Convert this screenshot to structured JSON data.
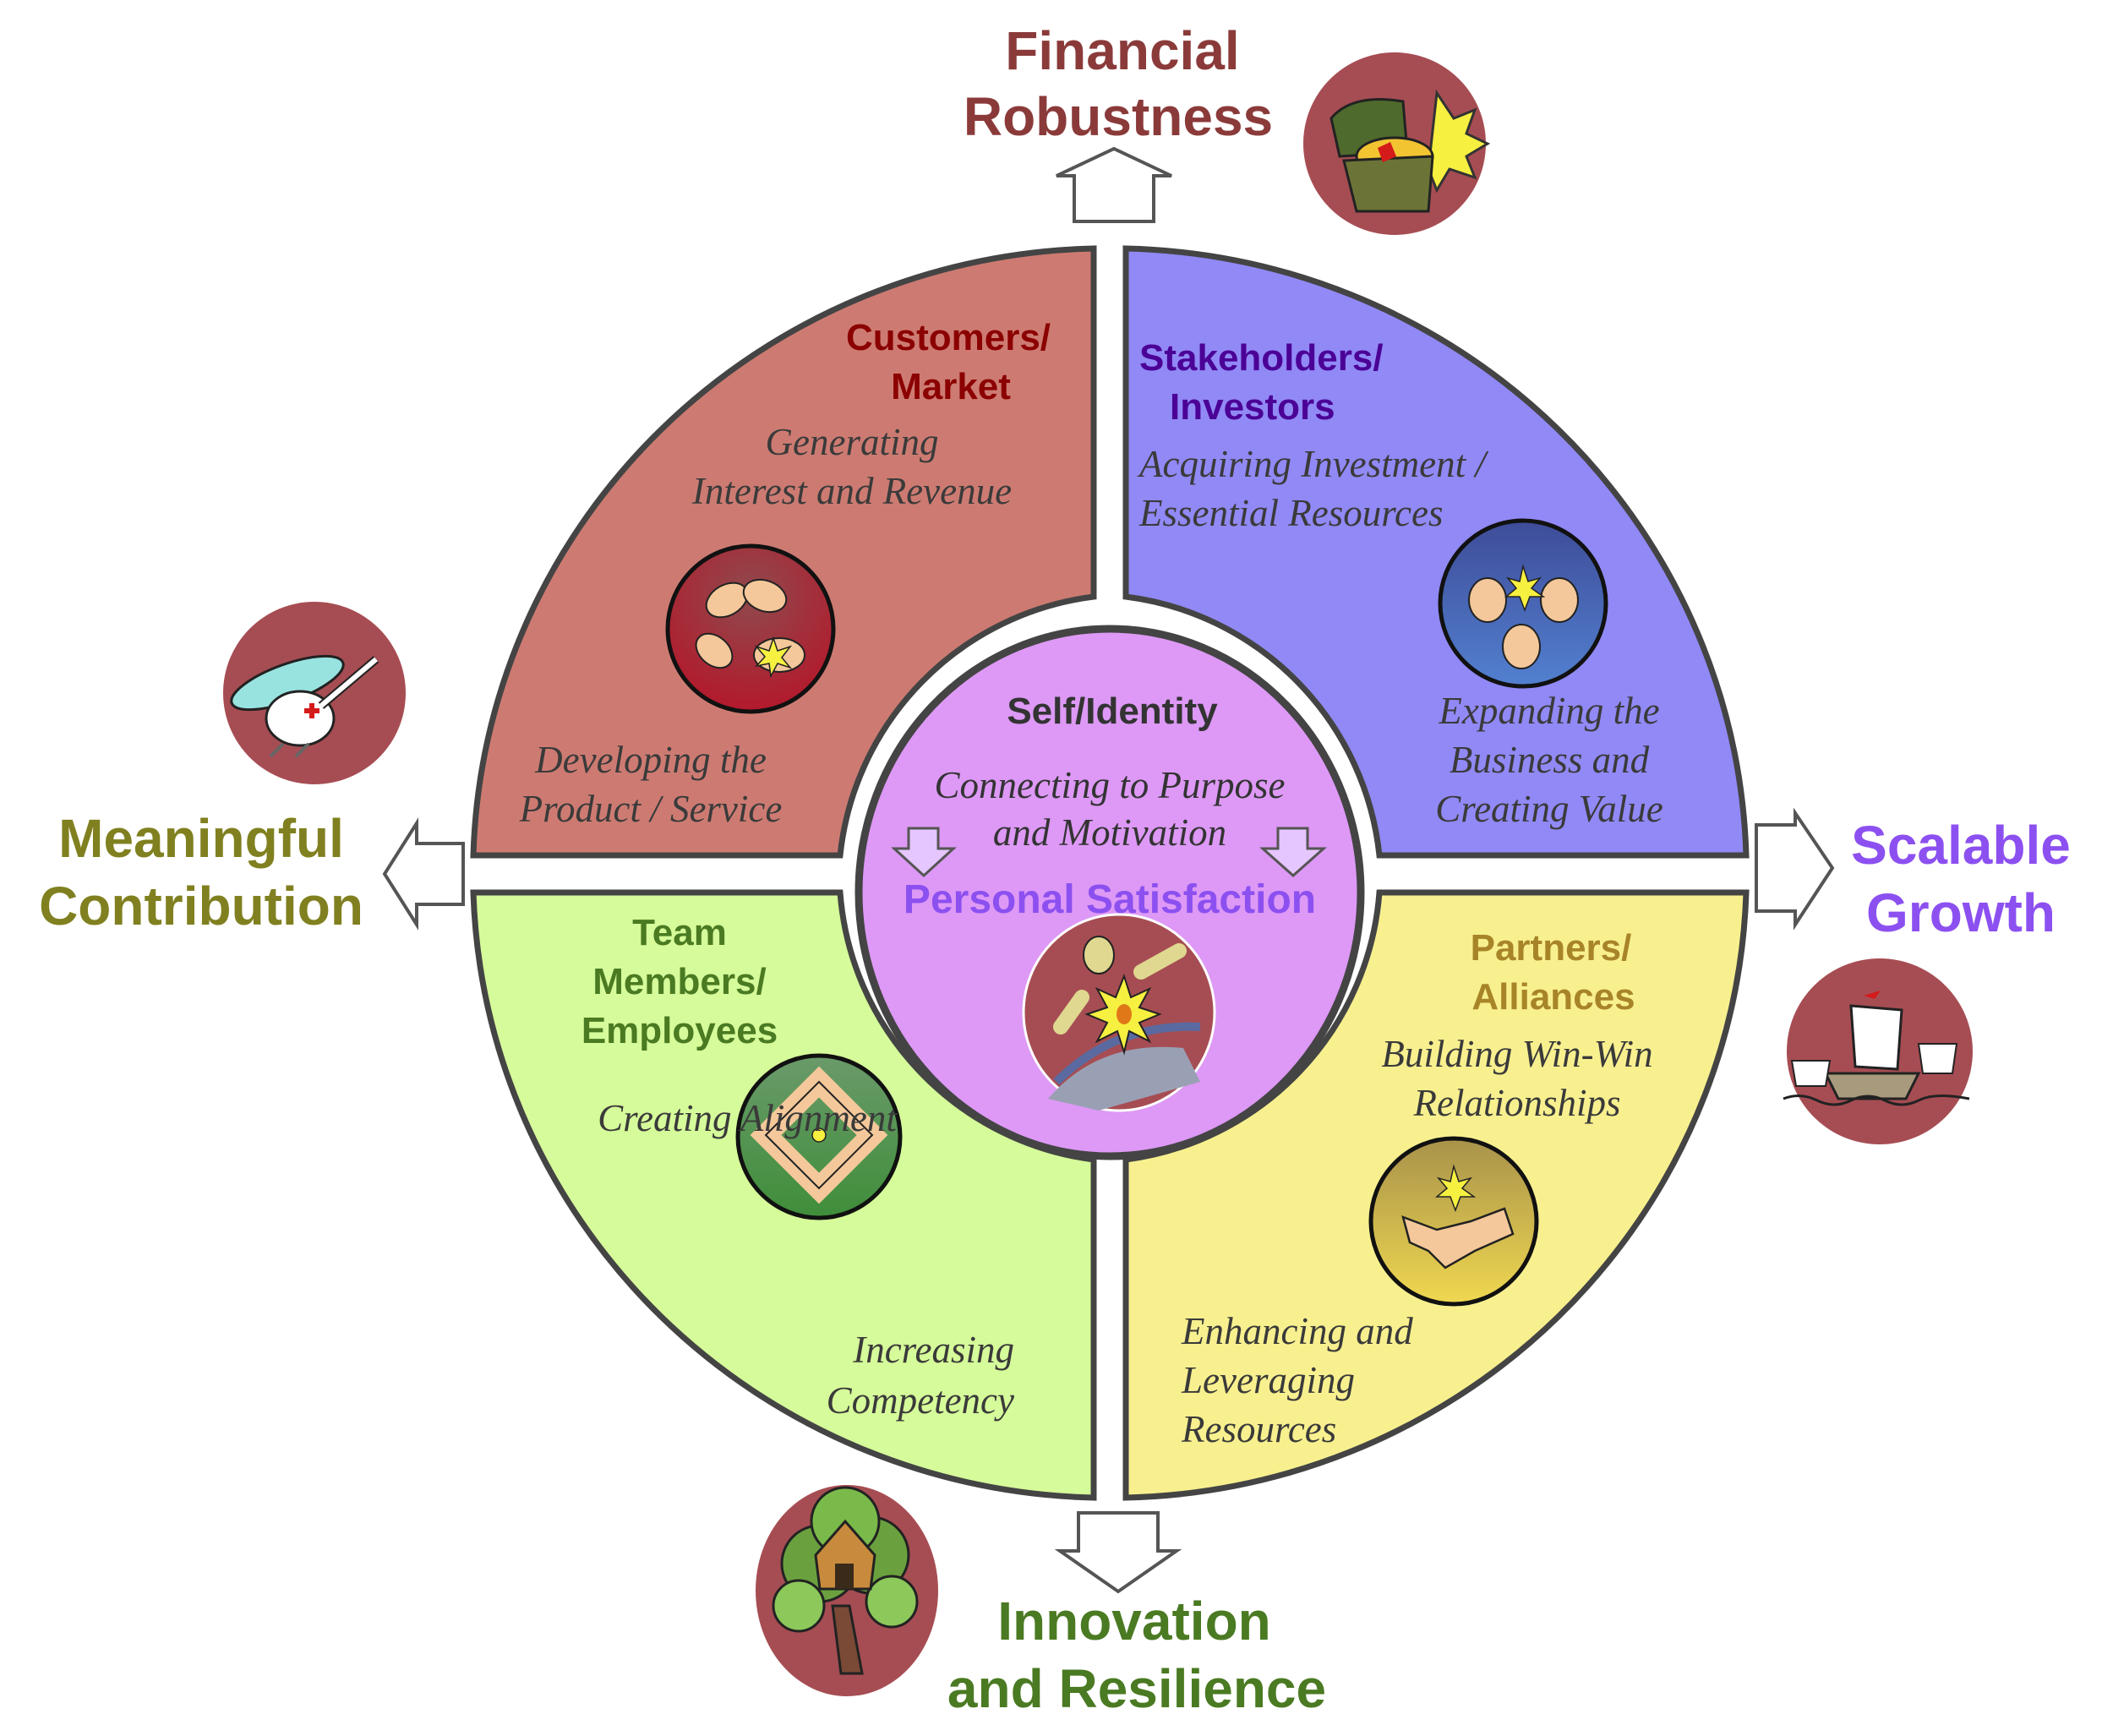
{
  "outcomes": {
    "top": {
      "line1": "Financial",
      "line2": "Robustness",
      "color": "#8b3a3a",
      "icon": "treasure-chest-icon"
    },
    "left": {
      "line1": "Meaningful",
      "line2": "Contribution",
      "color": "#808020",
      "icon": "helicopter-icon"
    },
    "right": {
      "line1": "Scalable",
      "line2": "Growth",
      "color": "#8c50f0",
      "icon": "sailing-ships-icon"
    },
    "bottom": {
      "line1": "Innovation",
      "line2": "and Resilience",
      "color": "#4a7a22",
      "icon": "treehouse-icon"
    }
  },
  "quadrants": {
    "customers": {
      "title1": "Customers/",
      "title2": "Market",
      "text_a1": "Generating",
      "text_a2": "Interest and Revenue",
      "text_b1": "Developing the",
      "text_b2": "Product / Service",
      "fill": "#cd7b72",
      "title_color": "#8b0000",
      "icon": "reaching-hands-icon"
    },
    "stakeholders": {
      "title1": "Stakeholders/",
      "title2": "Investors",
      "text_a1": "Acquiring Investment /",
      "text_a2": "Essential Resources",
      "text_b1": "Expanding the",
      "text_b2": "Business and",
      "text_b3": "Creating Value",
      "fill": "#9189f5",
      "title_color": "#4b0096",
      "icon": "thumbs-up-icon"
    },
    "team": {
      "title1": "Team",
      "title2": "Members/",
      "title3": "Employees",
      "text_a1": "Creating Alignment",
      "text_b1": "Increasing",
      "text_b2": "Competency",
      "fill": "#d6fb9a",
      "title_color": "#4a7a22",
      "icon": "linked-arms-icon"
    },
    "partners": {
      "title1": "Partners/",
      "title2": "Alliances",
      "text_a1": "Building Win-Win",
      "text_a2": "Relationships",
      "text_b1": "Enhancing and",
      "text_b2": "Leveraging",
      "text_b3": "Resources",
      "fill": "#f8f08f",
      "title_color": "#a88428",
      "icon": "handshake-icon"
    }
  },
  "center": {
    "title": "Self/Identity",
    "text1": "Connecting to Purpose",
    "text2": "and Motivation",
    "result": "Personal Satisfaction",
    "result_color": "#8c50f0",
    "fill": "#dd99f5",
    "icon": "celebrating-person-icon"
  },
  "colors": {
    "outcome_icon_bg": "#a64d53",
    "outline": "#444444"
  }
}
